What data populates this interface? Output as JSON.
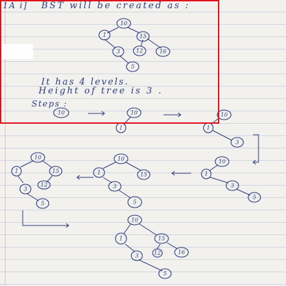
{
  "question_label": "1A i]",
  "intro_text": "BST  will  be  created  as :",
  "levels_text": "It has  4 levels.",
  "height_text": "Height  of  tree  is  3 .",
  "steps_label": "Steps :",
  "tree_nodes": [
    "10",
    "1",
    "15",
    "3",
    "12",
    "16",
    "5"
  ],
  "ink_color": "#2d3b7a",
  "frame_color": "#e1121b"
}
